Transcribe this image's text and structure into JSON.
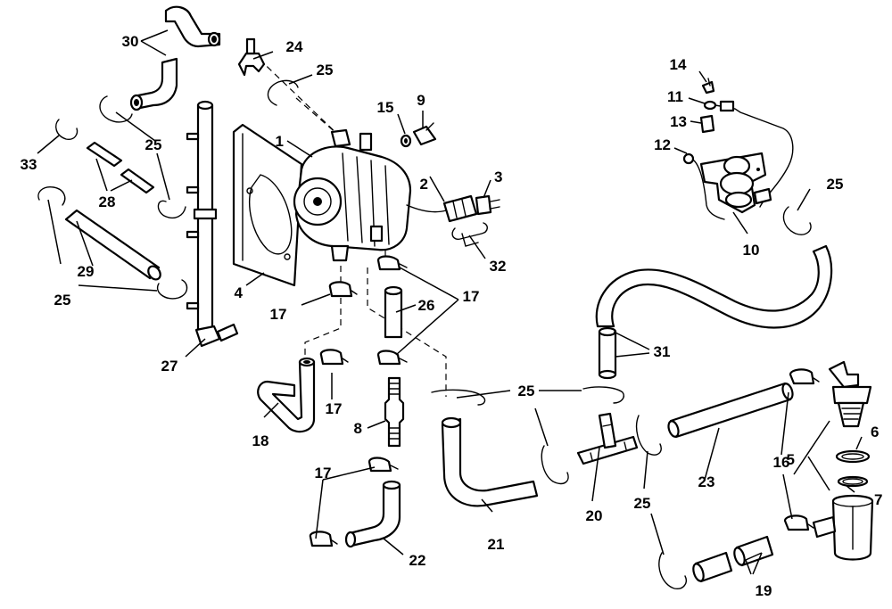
{
  "callouts": [
    {
      "id": "c1",
      "text": "1"
    },
    {
      "id": "c2",
      "text": "2"
    },
    {
      "id": "c3",
      "text": "3"
    },
    {
      "id": "c4",
      "text": "4"
    },
    {
      "id": "c5a",
      "text": "5"
    },
    {
      "id": "c5b",
      "text": "5"
    },
    {
      "id": "c6",
      "text": "6"
    },
    {
      "id": "c7",
      "text": "7"
    },
    {
      "id": "c8",
      "text": "8"
    },
    {
      "id": "c9",
      "text": "9"
    },
    {
      "id": "c10",
      "text": "10"
    },
    {
      "id": "c11",
      "text": "11"
    },
    {
      "id": "c12",
      "text": "12"
    },
    {
      "id": "c13",
      "text": "13"
    },
    {
      "id": "c14",
      "text": "14"
    },
    {
      "id": "c15",
      "text": "15"
    },
    {
      "id": "c16",
      "text": "16"
    },
    {
      "id": "c17a",
      "text": "17"
    },
    {
      "id": "c17b",
      "text": "17"
    },
    {
      "id": "c17c",
      "text": "17"
    },
    {
      "id": "c17d",
      "text": "17"
    },
    {
      "id": "c18",
      "text": "18"
    },
    {
      "id": "c19",
      "text": "19"
    },
    {
      "id": "c20",
      "text": "20"
    },
    {
      "id": "c21",
      "text": "21"
    },
    {
      "id": "c22",
      "text": "22"
    },
    {
      "id": "c23",
      "text": "23"
    },
    {
      "id": "c24",
      "text": "24"
    },
    {
      "id": "c25a",
      "text": "25"
    },
    {
      "id": "c25b",
      "text": "25"
    },
    {
      "id": "c25c",
      "text": "25"
    },
    {
      "id": "c25d",
      "text": "25"
    },
    {
      "id": "c25e",
      "text": "25"
    },
    {
      "id": "c25f",
      "text": "25"
    },
    {
      "id": "c26",
      "text": "26"
    },
    {
      "id": "c27",
      "text": "27"
    },
    {
      "id": "c28",
      "text": "28"
    },
    {
      "id": "c29",
      "text": "29"
    },
    {
      "id": "c30",
      "text": "30"
    },
    {
      "id": "c31",
      "text": "31"
    },
    {
      "id": "c32",
      "text": "32"
    },
    {
      "id": "c33",
      "text": "33"
    }
  ]
}
